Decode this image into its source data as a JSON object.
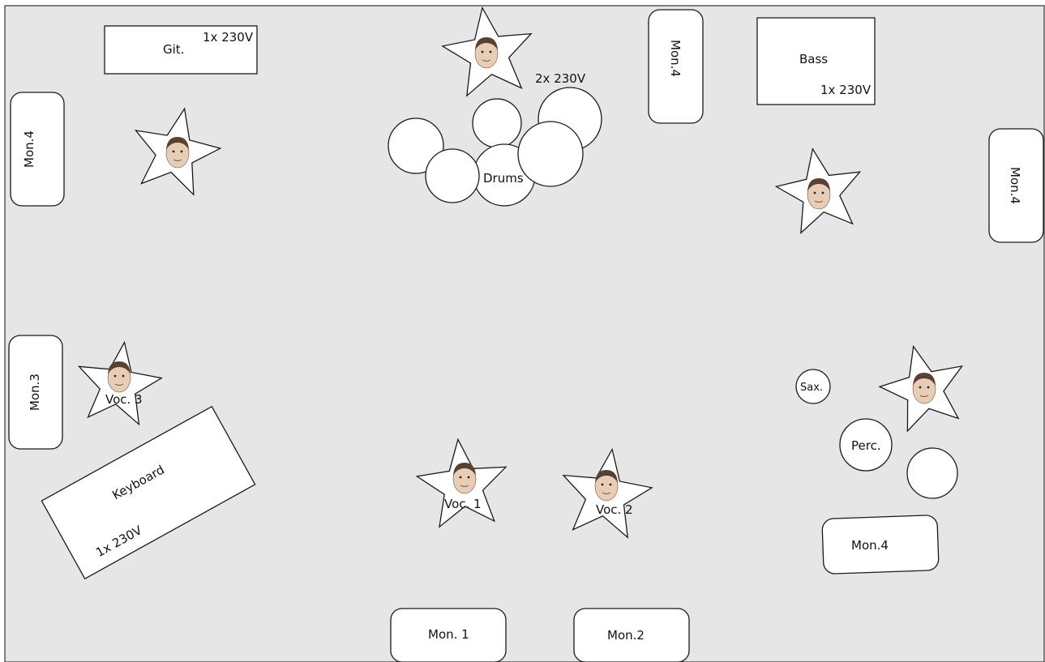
{
  "guitar_amp": {
    "label": "Git.",
    "power": "1x 230V"
  },
  "bass_amp": {
    "label": "Bass",
    "power": "1x 230V"
  },
  "drums": {
    "label": "Drums",
    "power": "2x 230V"
  },
  "keyboard": {
    "label": "Keyboard",
    "power": "1x 230V"
  },
  "percussion": {
    "label": "Perc."
  },
  "saxophone": {
    "label": "Sax."
  },
  "monitors": {
    "mon_left_top": "Mon.4",
    "mon_top_center": "Mon.4",
    "mon_right": "Mon.4",
    "mon_left_bottom": "Mon.3",
    "mon_perc": "Mon.4",
    "mon_front_1": "Mon. 1",
    "mon_front_2": "Mon.2"
  },
  "vocals": {
    "voc1": "Voc. 1",
    "voc2": "Voc. 2",
    "voc3": "Voc. 3"
  },
  "colors": {
    "stage_floor": "#e6e6e6",
    "outline": "#1a1a1a",
    "fill": "#ffffff"
  }
}
